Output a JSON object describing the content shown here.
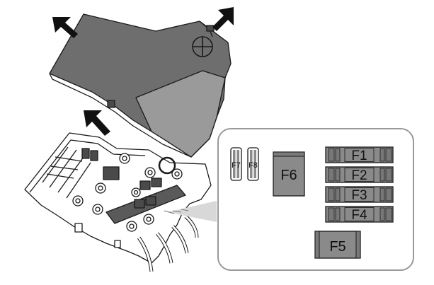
{
  "diagram": {
    "arrows": [
      "arrow-down-right-icon",
      "arrow-down-left-icon",
      "arrow-up-right-icon"
    ],
    "cover_symbol": "crosshair-circle-icon",
    "fuses": {
      "mini": [
        {
          "id": "f7",
          "label": "F7"
        },
        {
          "id": "f8",
          "label": "F8"
        }
      ],
      "medium": [
        {
          "id": "f6",
          "label": "F6"
        }
      ],
      "maxi": [
        {
          "id": "f1",
          "label": "F1"
        },
        {
          "id": "f2",
          "label": "F2"
        },
        {
          "id": "f3",
          "label": "F3"
        },
        {
          "id": "f4",
          "label": "F4"
        }
      ],
      "large": [
        {
          "id": "f5",
          "label": "F5"
        }
      ]
    },
    "colors": {
      "cover": "#6e6e6e",
      "cover_light": "#9a9a9a",
      "fuse_body": "#8a8a8a",
      "outline": "#1a1a1a",
      "inset_border": "#9a9a9a"
    }
  }
}
